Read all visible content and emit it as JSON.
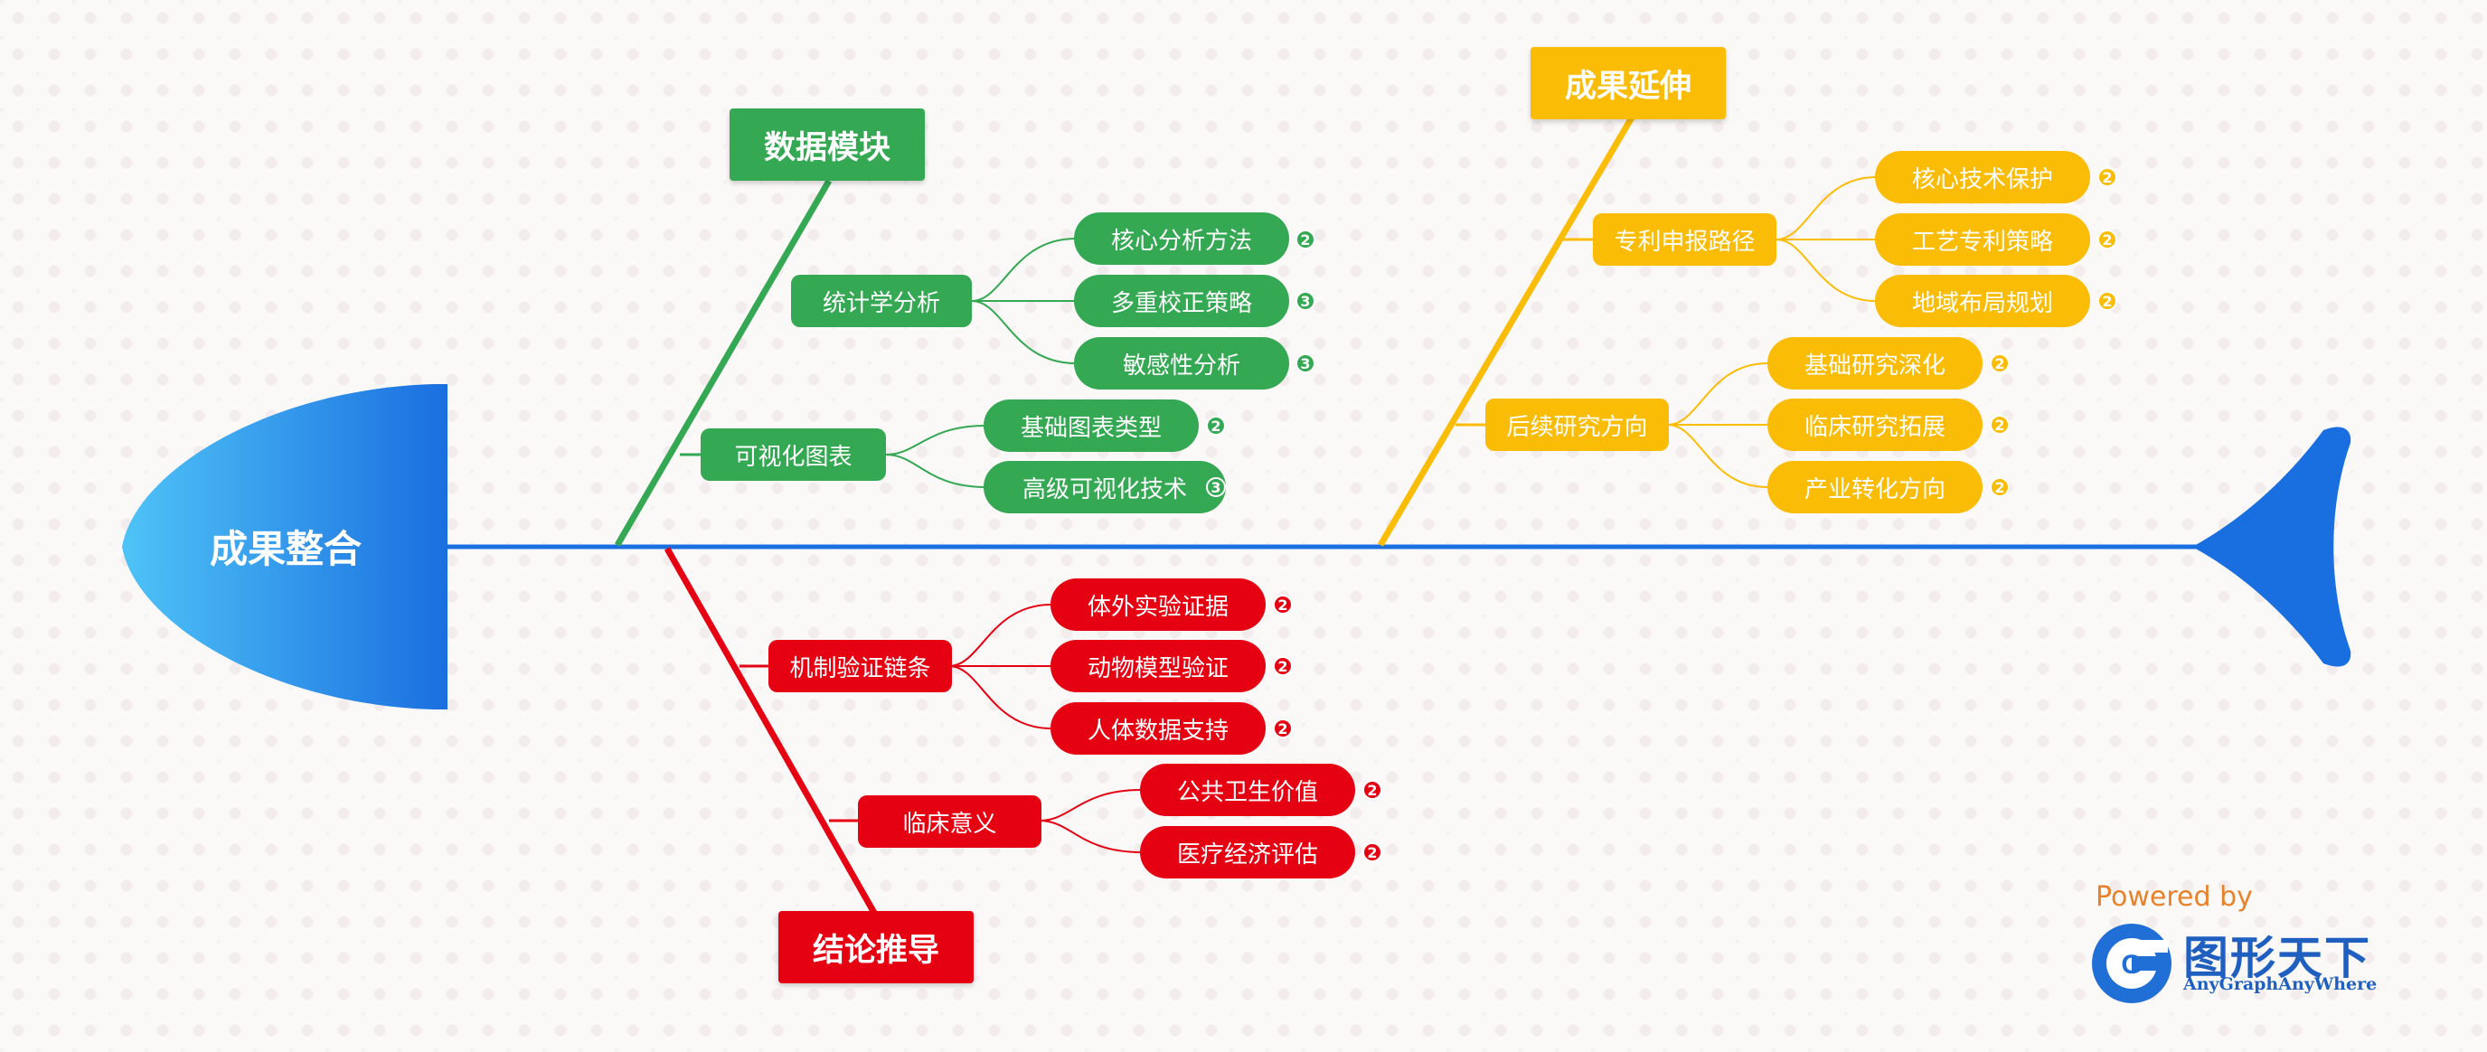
{
  "head": {
    "label": "成果整合"
  },
  "categories": [
    {
      "label": "数据模块",
      "color": "#34a853",
      "subs": [
        {
          "label": "统计学分析",
          "leaves": [
            {
              "label": "核心分析方法",
              "count": "2"
            },
            {
              "label": "多重校正策略",
              "count": "3"
            },
            {
              "label": "敏感性分析",
              "count": "3"
            }
          ]
        },
        {
          "label": "可视化图表",
          "leaves": [
            {
              "label": "基础图表类型",
              "count": "2"
            },
            {
              "label": "高级可视化技术",
              "count": "3"
            }
          ]
        }
      ]
    },
    {
      "label": "成果延伸",
      "color": "#fbbc05",
      "subs": [
        {
          "label": "专利申报路径",
          "leaves": [
            {
              "label": "核心技术保护",
              "count": "2"
            },
            {
              "label": "工艺专利策略",
              "count": "2"
            },
            {
              "label": "地域布局规划",
              "count": "2"
            }
          ]
        },
        {
          "label": "后续研究方向",
          "leaves": [
            {
              "label": "基础研究深化",
              "count": "2"
            },
            {
              "label": "临床研究拓展",
              "count": "2"
            },
            {
              "label": "产业转化方向",
              "count": "2"
            }
          ]
        }
      ]
    },
    {
      "label": "结论推导",
      "color": "#e50012",
      "subs": [
        {
          "label": "机制验证链条",
          "leaves": [
            {
              "label": "体外实验证据",
              "count": "2"
            },
            {
              "label": "动物模型验证",
              "count": "2"
            },
            {
              "label": "人体数据支持",
              "count": "2"
            }
          ]
        },
        {
          "label": "临床意义",
          "leaves": [
            {
              "label": "公共卫生价值",
              "count": "2"
            },
            {
              "label": "医疗经济评估",
              "count": "2"
            }
          ]
        }
      ]
    }
  ],
  "branding": {
    "powered": "Powered by",
    "name": "图形天下",
    "name_en": "AnyGraphAnyWhere",
    "logo_letter": "G"
  },
  "colors": {
    "spine": "#1a6fe0",
    "head_from": "#4fc3f7",
    "head_to": "#1a6fe0",
    "tail": "#1a6fe0"
  }
}
